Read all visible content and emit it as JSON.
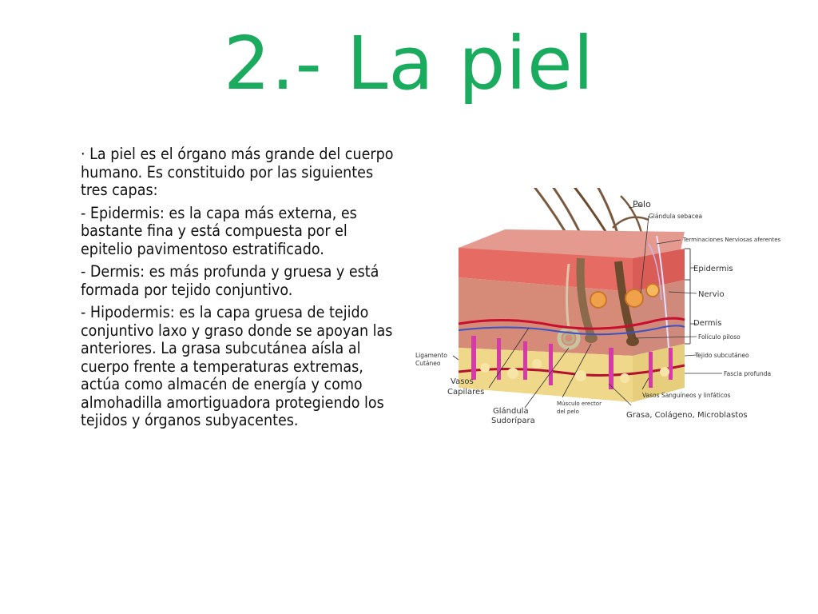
{
  "slide": {
    "title": "2.- La piel",
    "paragraphs": [
      "· La piel es el órgano más grande del cuerpo humano. Es constituido por las siguientes tres capas:",
      " - Epidermis: es la capa más externa, es bastante fina y está compuesta por el epitelio pavimentoso estratificado.",
      " - Dermis: es más profunda y gruesa y está formada por tejido conjuntivo.",
      " - Hipodermis: es la capa gruesa de tejido conjuntivo laxo y graso donde se apoyan las anteriores. La grasa subcutánea aísla al cuerpo frente a temperaturas extremas, actúa como almacén de energía y como almohadilla amortiguadora protegiendo los tejidos y órganos subyacentes."
    ]
  },
  "diagram": {
    "labels": {
      "pelo": "Pelo",
      "glandula_sebacea": "Glándula sebacea",
      "terminaciones": "Terminaciones Nerviosas aferentes",
      "epidermis": "Epidermis",
      "nervio": "Nervio",
      "dermis": "Dermis",
      "foliculo": "Folículo piloso",
      "tejido_subcutaneo": "Tejido subcutáneo",
      "fascia": "Fascia profunda",
      "vasos_sanguineos": "Vasos Sanguíneos y linfáticos",
      "grasa": "Grasa, Colágeno, Microblastos",
      "musculo_1": "Músculo erector",
      "musculo_2": "del pelo",
      "glandula_sud_1": "Glándula",
      "glandula_sud_2": "Sudorípara",
      "vasos_cap_1": "Vasos",
      "vasos_cap_2": "Capilares",
      "ligamento_1": "Ligamento",
      "ligamento_2": "Cutáneo"
    },
    "colors": {
      "epidermis": "#e88a86",
      "dermis": "#d98c7a",
      "hypodermis": "#efd889",
      "vessels_red": "#c8102e",
      "vessels_purple": "#d63aa8",
      "hair": "#6b4a2e",
      "title_green": "#1aab5f"
    }
  }
}
